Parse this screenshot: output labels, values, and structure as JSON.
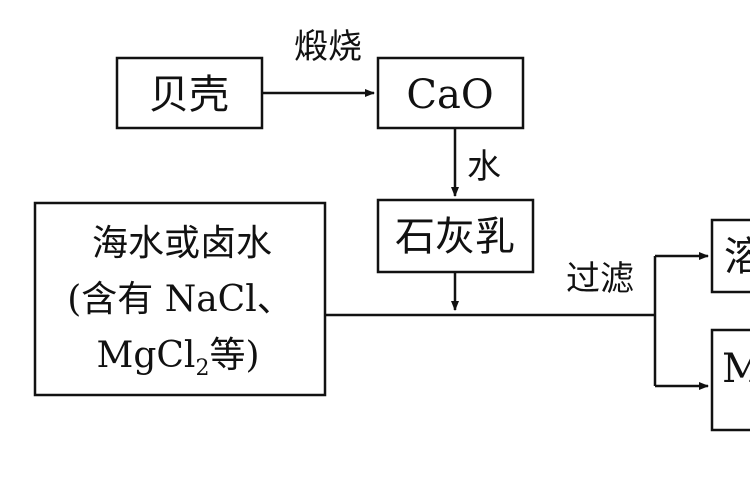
{
  "nodes": {
    "shell": "贝壳",
    "cao": "CaO",
    "lime_milk": "石灰乳",
    "seawater_line1": "海水或卤水",
    "seawater_line2": "(含有 NaCl、",
    "seawater_line3_mg": "MgCl",
    "seawater_line3_sub": "2",
    "seawater_line3_rest": "等)",
    "solution_partial": "溶",
    "mg_partial": "M"
  },
  "edges": {
    "calcine": "煅烧",
    "water": "水",
    "filter": "过滤"
  }
}
